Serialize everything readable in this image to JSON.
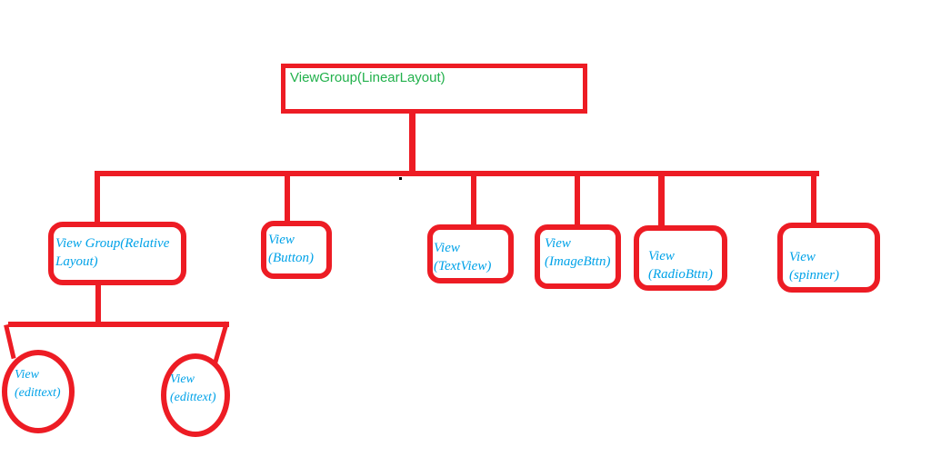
{
  "colors": {
    "line": "#ed1c24",
    "root_text": "#22b14c",
    "node_text": "#00a2e8"
  },
  "root": {
    "label": "ViewGroup(LinearLayout)"
  },
  "children": [
    {
      "id": "relativelayout",
      "line1": "View Group(Relative",
      "line2": "Layout)"
    },
    {
      "id": "button",
      "line1": "View",
      "line2": "(Button)"
    },
    {
      "id": "textview",
      "line1": "View",
      "line2": "(TextView)"
    },
    {
      "id": "imagebttn",
      "line1": "View",
      "line2": "(ImageBttn)"
    },
    {
      "id": "radiobttn",
      "line1": "View",
      "line2": "(RadioBttn)"
    },
    {
      "id": "spinner",
      "line1": "View",
      "line2": "(spinner)"
    }
  ],
  "grandchildren": [
    {
      "id": "edittext-1",
      "line1": "View",
      "line2": "(edittext)"
    },
    {
      "id": "edittext-2",
      "line1": "View",
      "line2": "(edittext)"
    }
  ]
}
